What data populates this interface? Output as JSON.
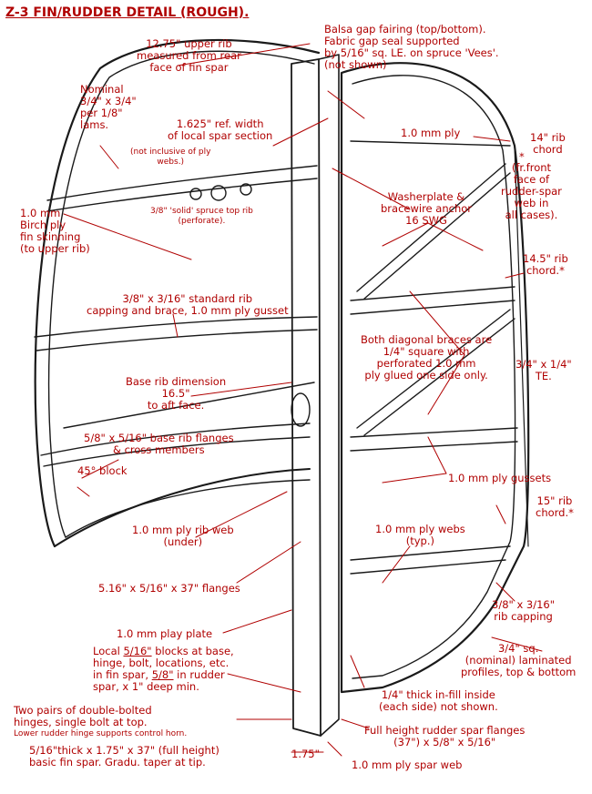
{
  "title": "Z-3 FIN/RUDDER DETAIL (ROUGH).",
  "colors": {
    "ink": "#1a1a1a",
    "annotation": "#b00000"
  },
  "labels": {
    "balsa_gap": "Balsa gap fairing (top/bottom).\nFabric gap seal supported\nby 5/16\" sq. LE. on spruce 'Vees'.\n(not shown)",
    "upper_rib": "12.75\" upper rib\nmeasured from rear\nface of fin spar",
    "nominal_lams": "Nominal\n3/4\" x 3/4\"\nper 1/8\"\nlams.",
    "spar_width": "1.625\" ref. width\nof local spar section",
    "ply_webs_note": "(not inclusive of ply\nwebs.)",
    "ply_top": "1.0 mm ply",
    "rib_chord_14": "14\" rib\nchord",
    "front_face_note": "(fr.front\nface of\nrudder-spar\nweb in\nall cases).",
    "asterisk": "*",
    "top_rib": "3/8\" 'solid' spruce top rib\n(perforate).",
    "birch_ply": "1.0 mm\nBirch ply\nfin skinning\n(to upper rib)",
    "washerplate": "Washerplate &\nbracewire anchor\n16 SWG",
    "rib_chord_14_5": "14.5\" rib\nchord.*",
    "std_rib_capping": "3/8\" x 3/16\" standard rib\ncapping and brace, 1.0 mm ply gusset",
    "diagonal_braces": "Both diagonal braces are\n1/4\" square with\nperforated 1.0 mm\nply glued one side only.",
    "te": "3/4\" x 1/4\"\nTE.",
    "base_rib": "Base rib dimension\n16.5\"\nto aft face.",
    "base_flanges": "5/8\" x 5/16\" base rib flanges\n& cross members",
    "block_45": "45° block",
    "ply_gussets": "1.0 mm ply gussets",
    "rib_chord_15": "15\" rib\nchord.*",
    "rib_web_under": "1.0 mm ply rib web\n(under)",
    "ply_webs_typ": "1.0 mm ply webs\n(typ.)",
    "flanges_37": "5.16\" x 5/16\" x 37\" flanges",
    "rib_capping": "3/8\" x 3/16\"\nrib capping",
    "play_plate": "1.0 mm play plate",
    "laminated_profiles": "3/4\" sq.\n(nominal) laminated\nprofiles, top & bottom",
    "local_blocks_a": "Local ",
    "local_blocks_b": "5/16\"",
    "local_blocks_c": " blocks at base,\nhinge, bolt, locations, etc.\nin fin spar, ",
    "local_blocks_d": "5/8\"",
    "local_blocks_e": " in rudder\nspar, x 1\" deep min.",
    "infill": "1/4\" thick in-fill inside\n(each side) not shown.",
    "hinges": "Two pairs of double-bolted\nhinges, single bolt at top.",
    "lower_hinge": "Lower rudder hinge supports control horn.",
    "full_height_flanges": "Full height rudder spar flanges\n(37\") x 5/8\" x 5/16\"",
    "fin_spar": "5/16\"thick x 1.75\" x 37\" (full height)\nbasic fin spar. Gradu. taper at tip.",
    "dim_175": "1.75\"",
    "spar_web": "1.0 mm ply spar web"
  }
}
